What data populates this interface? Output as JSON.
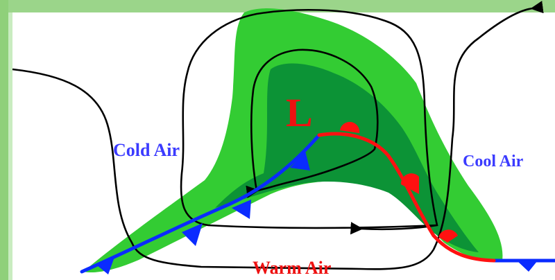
{
  "labels": {
    "low": "L",
    "cold_air": "Cold Air",
    "cool_air": "Cool Air",
    "warm_air": "Warm Air"
  },
  "colors": {
    "background": "#ffffff",
    "border_green": "#8fd07a",
    "precip_light": "#33cc33",
    "precip_dark": "#0c9336",
    "cold_front": "#0a2bff",
    "warm_front": "#ff1111",
    "airflow": "#000000",
    "low_label": "#ee1111",
    "cold_label": "#3b3bff",
    "warm_label": "#ee1111"
  }
}
